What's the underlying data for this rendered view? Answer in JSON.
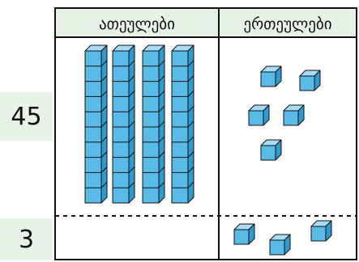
{
  "headers": {
    "tens": "ათეულები",
    "ones": "ერთეულები"
  },
  "rows": [
    {
      "label": "45",
      "tens_rods": 4,
      "unit_cubes": 5
    },
    {
      "label": "3",
      "tens_rods": 0,
      "unit_cubes": 3
    }
  ],
  "colors": {
    "header_bg": "#e6f3e6",
    "label_bg": "#e6f3e6",
    "cube_front": "#5bbbe8",
    "cube_top": "#a6dcf5",
    "cube_side": "#2f9ad0",
    "outline": "#111111"
  }
}
